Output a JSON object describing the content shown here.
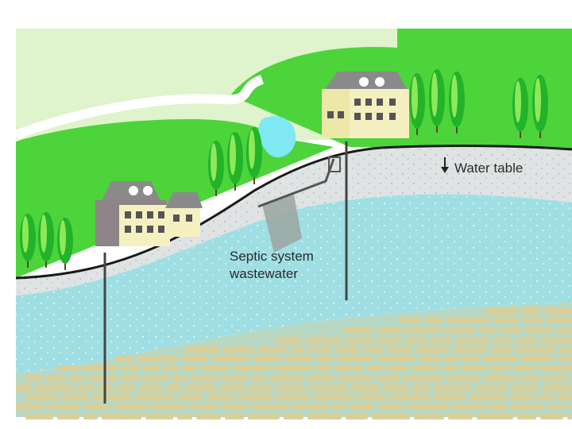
{
  "diagram": {
    "labels": {
      "water_table": "Water table",
      "septic_line1": "Septic system",
      "septic_line2": "wastewater"
    },
    "icons": {
      "water_table_marker": "down-arrow-icon"
    },
    "colors": {
      "sky_panel": "#dff3cc",
      "grass": "#4cd43a",
      "grass_light": "#8ee36e",
      "pond": "#7fe8f2",
      "unsaturated_soil": "#dfe3e3",
      "saturated_aquifer": "#9fdfe4",
      "bedrock_matrix": "#b8d8c4",
      "bedrock_block": "#d8cf9a",
      "tree": "#22b32a",
      "tree_highlight": "#8ee85a",
      "house_wall": "#f5f0c0",
      "house_roof": "#8a8a8a",
      "plume": "#9aa6a0",
      "well": "#444444"
    }
  }
}
